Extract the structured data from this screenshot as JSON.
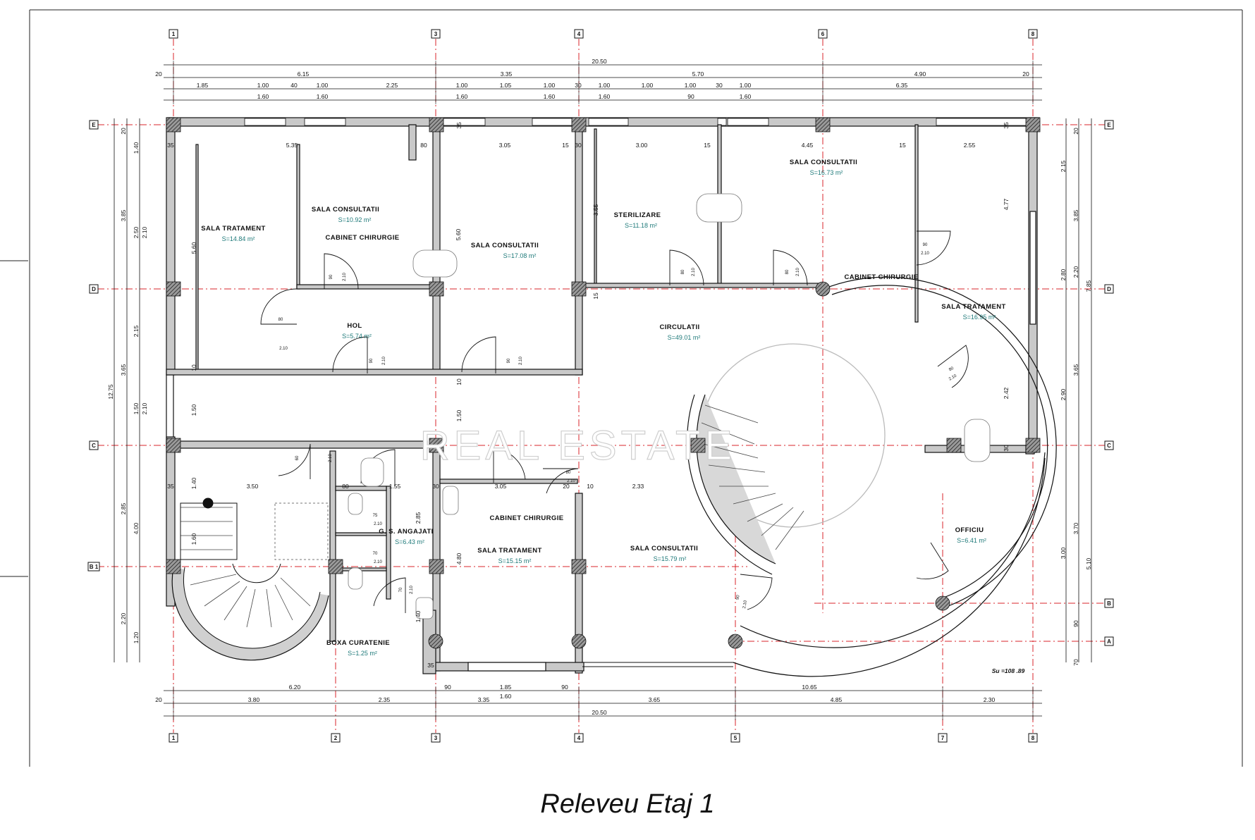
{
  "drawing_title": "Releveu Etaj 1",
  "total_area": "Su =108 .89",
  "watermark": "REAL ESTATE",
  "rooms": [
    {
      "name": "SALA   TRATAMENT",
      "area": "S=14.84 m²"
    },
    {
      "name": "SALA   CONSULTATII",
      "area": "S=10.92 m²"
    },
    {
      "name": "CABINET   CHIRURGIE",
      "area": ""
    },
    {
      "name": "SALA   CONSULTATII",
      "area": "S=17.08 m²"
    },
    {
      "name": "STERILIZARE",
      "area": "S=11.18 m²"
    },
    {
      "name": "SALA   CONSULTATII",
      "area": "S=16.73 m²"
    },
    {
      "name": "CABINET   CHIRURGIE",
      "area": ""
    },
    {
      "name": "HOL",
      "area": "S=5.74 m²"
    },
    {
      "name": "CIRCULATII",
      "area": "S=49.01 m²"
    },
    {
      "name": "SALA   TRATAMENT",
      "area": "S=16.95 m²"
    },
    {
      "name": "G. S. ANGAJATI",
      "area": "S=6.43 m²"
    },
    {
      "name": "CABINET   CHIRURGIE",
      "area": ""
    },
    {
      "name": "SALA   TRATAMENT",
      "area": "S=15.15 m²"
    },
    {
      "name": "SALA   CONSULTATII",
      "area": "S=15.79 m²"
    },
    {
      "name": "OFFICIU",
      "area": "S=6.41 m²"
    },
    {
      "name": "BOXA   CURATENIE",
      "area": "S=1.25 m²"
    }
  ],
  "axes": {
    "top": [
      "1",
      "3",
      "4",
      "6",
      "8"
    ],
    "bottom": [
      "1",
      "2",
      "3",
      "4",
      "5",
      "7",
      "8"
    ],
    "left": [
      "E",
      "D",
      "C",
      "B 1"
    ],
    "right": [
      "E",
      "D",
      "C",
      "B",
      "A"
    ]
  },
  "top_dims": {
    "row1": [
      "20.50"
    ],
    "row2": [
      "20",
      "6.15",
      "3.35",
      "5.70",
      "4.90",
      "20"
    ],
    "row3": [
      "1.85",
      "1.00",
      "40",
      "1.00",
      "2.25",
      "1.00",
      "1.05",
      "1.00",
      "30",
      "1.00",
      "1.00",
      "1.00",
      "30",
      "1.00",
      "6.35"
    ],
    "row4": [
      "1.60",
      "1.60",
      "1.60",
      "1.60",
      "1.60",
      "90",
      "1.60"
    ]
  },
  "bottom_dims": {
    "row1": [
      "6.20",
      "90",
      "1.85",
      "90",
      "10.65"
    ],
    "row1b": [
      "1.60"
    ],
    "row2": [
      "20",
      "3.80",
      "2.35",
      "3.35",
      "3.65",
      "4.85",
      "2.30"
    ],
    "row3": [
      "20.50"
    ]
  },
  "left_dims": {
    "outer": [
      "12.75"
    ],
    "mid": [
      "3.85",
      "3.65",
      "2.85",
      "4.00",
      "2.20"
    ],
    "inner": [
      "20",
      "1.40",
      "2.50",
      "2.15",
      "1.50",
      "1.20"
    ],
    "inner2": [
      "2.10",
      "2.10"
    ]
  },
  "right_dims": {
    "outer": [
      "7.85",
      "5.10"
    ],
    "mid": [
      "20",
      "2.15",
      "3.85",
      "2.80",
      "2.90",
      "3.65",
      "3.70",
      "3.00",
      "90",
      "70"
    ],
    "inner": [
      "2.20"
    ]
  },
  "interior_dims": [
    "35",
    "5.35",
    "80",
    "3.05",
    "15",
    "30",
    "3.00",
    "15",
    "4.45",
    "15",
    "2.55",
    "35",
    "35",
    "3.50",
    "80",
    "1.55",
    "30",
    "3.05",
    "20",
    "10",
    "2.33",
    "5.60",
    "5.60",
    "3.55",
    "4.77",
    "2.42",
    "1.40",
    "1.60",
    "4.80",
    "2.85",
    "1.40",
    "1.50",
    "1.50",
    "10",
    "10",
    "15",
    "35",
    "30",
    "35"
  ],
  "door_labels": [
    "90",
    "2.10",
    "80",
    "2.10",
    "90",
    "2.10",
    "90",
    "2.10",
    "80",
    "2.10",
    "80",
    "2.10",
    "90",
    "2.10",
    "80",
    "2.10",
    "75",
    "2.10",
    "70",
    "2.10",
    "70",
    "2.10",
    "60",
    "2.10",
    "80",
    "2.10",
    "90",
    "2.10"
  ]
}
